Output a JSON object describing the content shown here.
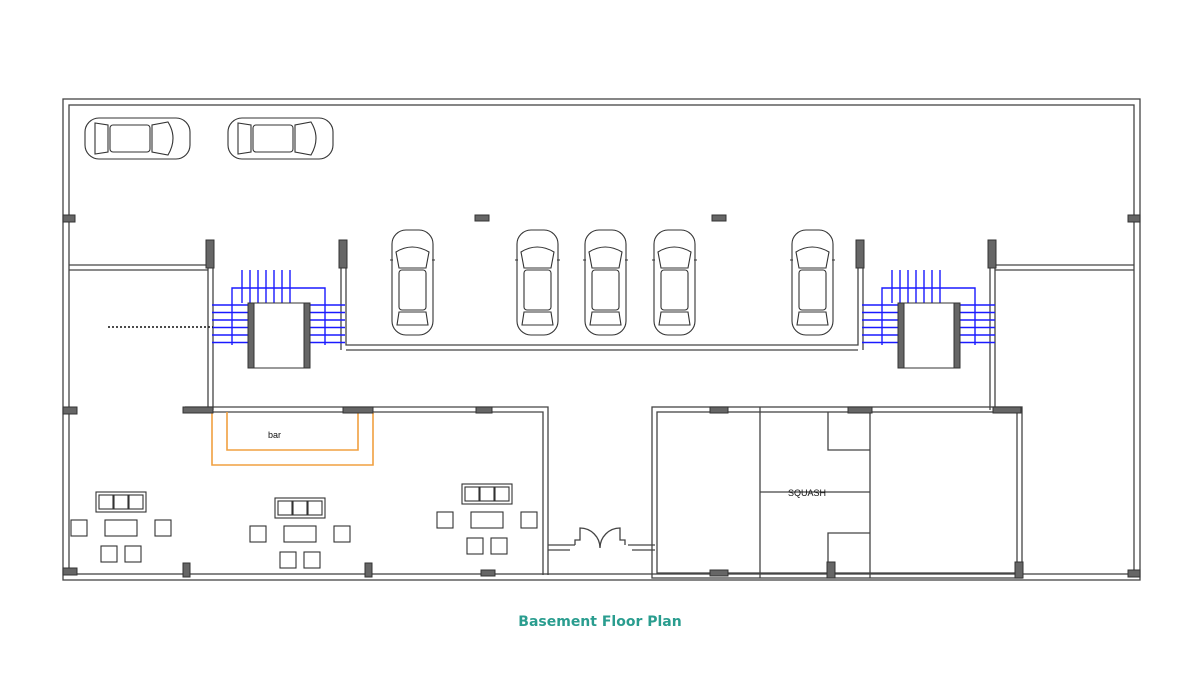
{
  "caption": "Basement Floor Plan",
  "labels": {
    "bar": "bar",
    "squash": "SQUASH"
  },
  "colors": {
    "walls": "#444444",
    "stairs": "#1a1aff",
    "bar_counter": "#f0a040",
    "caption": "#2a9d8f"
  },
  "rooms": [
    "parking",
    "stair-core-left",
    "stair-core-right",
    "lounge",
    "squash-court"
  ],
  "parking": {
    "horizontal_cars": 2,
    "vertical_cars": 5
  },
  "lounge": {
    "seating_groups": 3
  }
}
